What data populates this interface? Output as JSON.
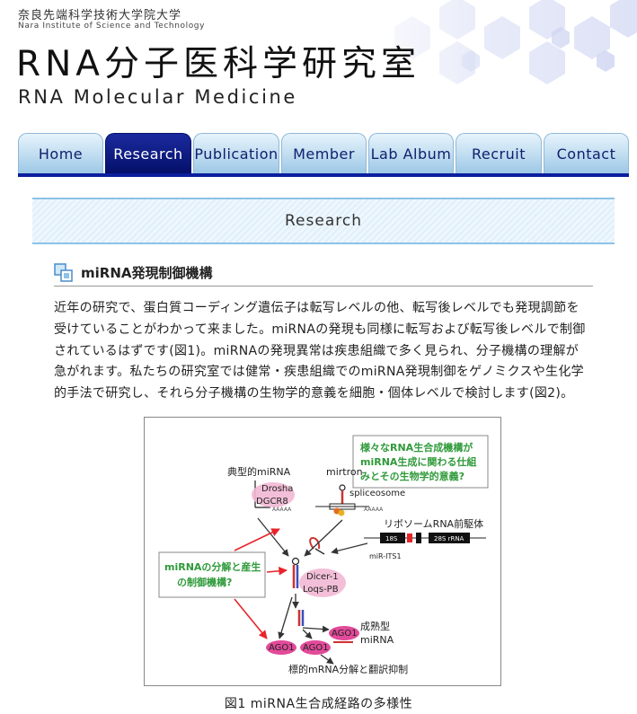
{
  "header": {
    "university_jp": "奈良先端科学技術大学院大学",
    "university_en": "Nara Institute of Science and Technology",
    "lab_name_jp": "RNA分子医科学研究室",
    "lab_name_en": "RNA Molecular Medicine"
  },
  "nav": {
    "active": "Research",
    "items": [
      {
        "label": "Home"
      },
      {
        "label": "Research"
      },
      {
        "label": "Publication"
      },
      {
        "label": "Member"
      },
      {
        "label": "Lab Album"
      },
      {
        "label": "Recruit"
      },
      {
        "label": "Contact"
      }
    ]
  },
  "page": {
    "banner_title": "Research",
    "section_title": "miRNA発現制御機構",
    "body_lines": [
      "近年の研究で、蛋白質コーディング遺伝子は転写レベルの他、転写後レベルでも発現調節を",
      "受けていることがわかって来ました。miRNAの発現も同様に転写および転写後レベルで制御",
      "されているはずです(図1)。miRNAの発現異常は疾患組織で多く見られ、分子機構の理解が",
      "急がれます。私たちの研究室では健常・疾患組織でのmiRNA発現制御をゲノミクスや生化学",
      "的手法で研究し、それら分子機構の生物学的意義を細胞・個体レベルで検討します(図2)。"
    ]
  },
  "figure": {
    "caption": "図1 miRNA生合成経路の多様性",
    "label_canonical": "典型的miRNA",
    "label_mirtron": "mirtron",
    "label_drosha": "Drosha",
    "label_dgcr8": "DGCR8",
    "label_aaaaa": "AAAAA",
    "label_spliceosome": "spliceosome",
    "box_top_line1": "様々なRNA生合成機構が",
    "box_top_line2": "miRNA生成に関わる仕組",
    "box_top_line3": "みとその生物学的意義?",
    "label_rrna": "リボソームRNA前駆体",
    "label_18s": "18S",
    "label_28s": "28S rRNA",
    "label_its1": "miR-ITS1",
    "box_left_line1": "miRNAの分解と産生",
    "box_left_line2": "の制御機構?",
    "label_dicer": "Dicer-1",
    "label_loqs": "Loqs-PB",
    "label_ago1": "AGO1",
    "label_mature1": "成熟型",
    "label_mature2": "miRNA",
    "label_target": "標的mRNA分解と翻訳抑制"
  }
}
